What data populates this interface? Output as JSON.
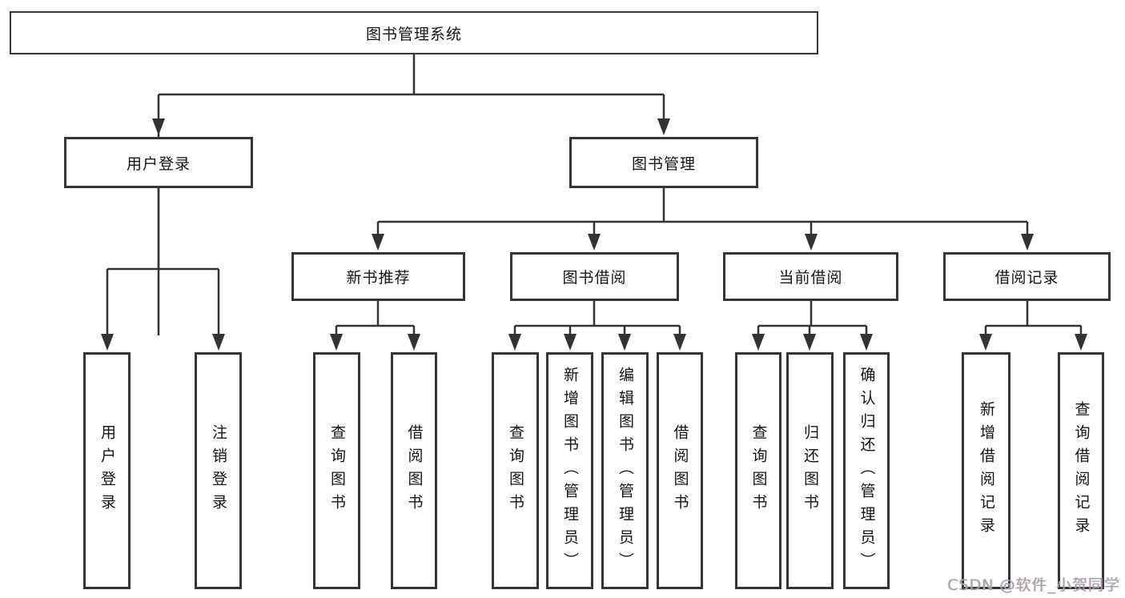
{
  "tree": {
    "label": "图书管理系统",
    "children": [
      {
        "label": "用户登录",
        "children": [
          {
            "label": "用户登录"
          },
          {
            "label": "注销登录"
          }
        ]
      },
      {
        "label": "图书管理",
        "children": [
          {
            "label": "新书推荐",
            "children": [
              {
                "label": "查询图书"
              },
              {
                "label": "借阅图书"
              }
            ]
          },
          {
            "label": "图书借阅",
            "children": [
              {
                "label": "查询图书"
              },
              {
                "label": "新增图书（管理员）"
              },
              {
                "label": "编辑图书（管理员）"
              },
              {
                "label": "借阅图书"
              }
            ]
          },
          {
            "label": "当前借阅",
            "children": [
              {
                "label": "查询图书"
              },
              {
                "label": "归还图书"
              },
              {
                "label": "确认归还（管理员）"
              }
            ]
          },
          {
            "label": "借阅记录",
            "children": [
              {
                "label": "新增借阅记录"
              },
              {
                "label": "查询借阅记录"
              }
            ]
          }
        ]
      }
    ]
  },
  "watermark": {
    "text": "CSDN @软件_小贺同学"
  },
  "colors": {
    "line": "#333333",
    "box_border": "#363636",
    "text": "#141414",
    "watermark": "#a3a3a3",
    "background": "#ffffff"
  }
}
